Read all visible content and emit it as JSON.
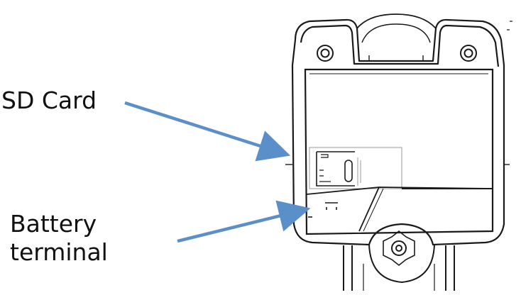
{
  "labels": {
    "sd_card": "SD Card",
    "battery_line1": "Battery",
    "battery_line2": "terminal"
  },
  "colors": {
    "arrow": "#5b8fc9",
    "line_art": "#1a1a1a",
    "background": "#ffffff"
  },
  "icons": {
    "arrow": "arrow-right-icon",
    "device": "device-enclosure-icon",
    "mount": "mounting-hole-icon"
  }
}
